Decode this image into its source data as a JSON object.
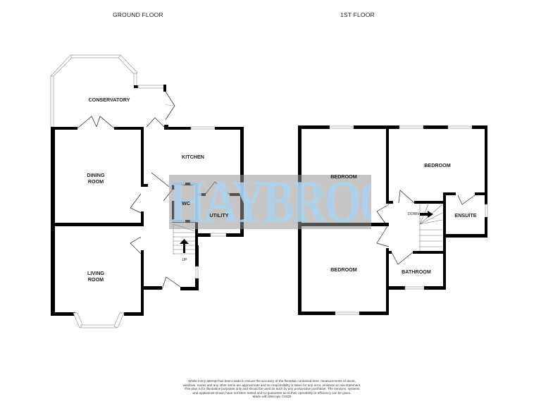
{
  "floors": {
    "ground": {
      "title": "GROUND FLOOR",
      "rooms": {
        "conservatory": "CONSERVATORY",
        "kitchen": "KITCHEN",
        "dining": "DINING\nROOM",
        "wc": "WC",
        "utility": "UTILITY",
        "living": "LIVING\nROOM"
      },
      "stairs_label": "UP"
    },
    "first": {
      "title": "1ST FLOOR",
      "rooms": {
        "bedroom_left": "BEDROOM",
        "bedroom_right": "BEDROOM",
        "ensuite": "ENSUITE",
        "bedroom_bottom": "BEDROOM",
        "bathroom": "BATHROOM"
      },
      "stairs_label": "DOWN"
    }
  },
  "watermark": "HAYBROOK",
  "colors": {
    "wall": "#000000",
    "watermark_bg": "#969696",
    "watermark_text": "#add0e8"
  },
  "disclaimer": {
    "text": "Whilst every attempt has been made to ensure the accuracy of the floorplan contained here, measurements of doors, windows, rooms and any other items are approximate and no responsibility is taken for any error, omission or mis-statement. This plan is for illustrative purposes only and should be used as such by any prospective purchaser. The services, systems and appliances shown have not been tested and no guarantee as to their operability or efficiency can be given.",
    "credit": "Made with Metropix ©2025"
  }
}
